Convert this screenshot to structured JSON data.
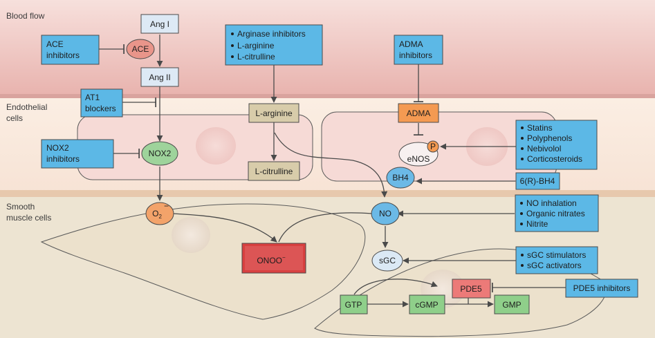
{
  "regions": {
    "blood": "Blood flow",
    "endo_1": "Endothelial",
    "endo_2": "cells",
    "smooth_1": "Smooth",
    "smooth_2": "muscle cells"
  },
  "nodes": {
    "ang1": "Ang I",
    "ang2": "Ang II",
    "ace": "ACE",
    "nox2": "NOX2",
    "o2": "O",
    "o2_sub": "2",
    "o2_sup": "−",
    "onoo": "ONOO",
    "onoo_sup": "−",
    "larginine": "L-arginine",
    "lcitrulline": "L-citrulline",
    "adma": "ADMA",
    "enos": "eNOS",
    "phospho": "P",
    "bh4": "BH4",
    "no": "NO",
    "sgc": "sGC",
    "pde5": "PDE5",
    "gtp": "GTP",
    "cgmp": "cGMP",
    "gmp": "GMP"
  },
  "drugs": {
    "ace_inhibitors": [
      "ACE",
      "inhibitors"
    ],
    "at1_blockers": [
      "AT1",
      "blockers"
    ],
    "nox2_inhibitors": [
      "NOX2",
      "inhibitors"
    ],
    "arginase": [
      "Arginase inhibitors",
      "L-arginine",
      "L-citrulline"
    ],
    "adma_inhibitors": [
      "ADMA",
      "inhibitors"
    ],
    "statins": [
      "Statins",
      "Polyphenols",
      "Nebivolol",
      "Corticosteroids"
    ],
    "bh4_drug": "6(R)-BH4",
    "no_donors": [
      "NO inhalation",
      "Organic nitrates",
      "Nitrite"
    ],
    "sgc_drugs": [
      "sGC stimulators",
      "sGC activators"
    ],
    "pde5_inhibitors": "PDE5 inhibitors"
  },
  "colors": {
    "drug_box": "#5cb8e6",
    "ang_box": "#dde9f5",
    "larg_box": "#d8ccaa",
    "adma_box": "#f49a52",
    "ace_node": "#e9958a",
    "nox2_node": "#9ed39b",
    "o2_node": "#f3a36a",
    "onoo_box": "#d84040",
    "no_node": "#6bb9e6",
    "sgc_node": "#dbe9f5",
    "gtp_box": "#8fcf8a",
    "pde5_box": "#ec7a78"
  }
}
